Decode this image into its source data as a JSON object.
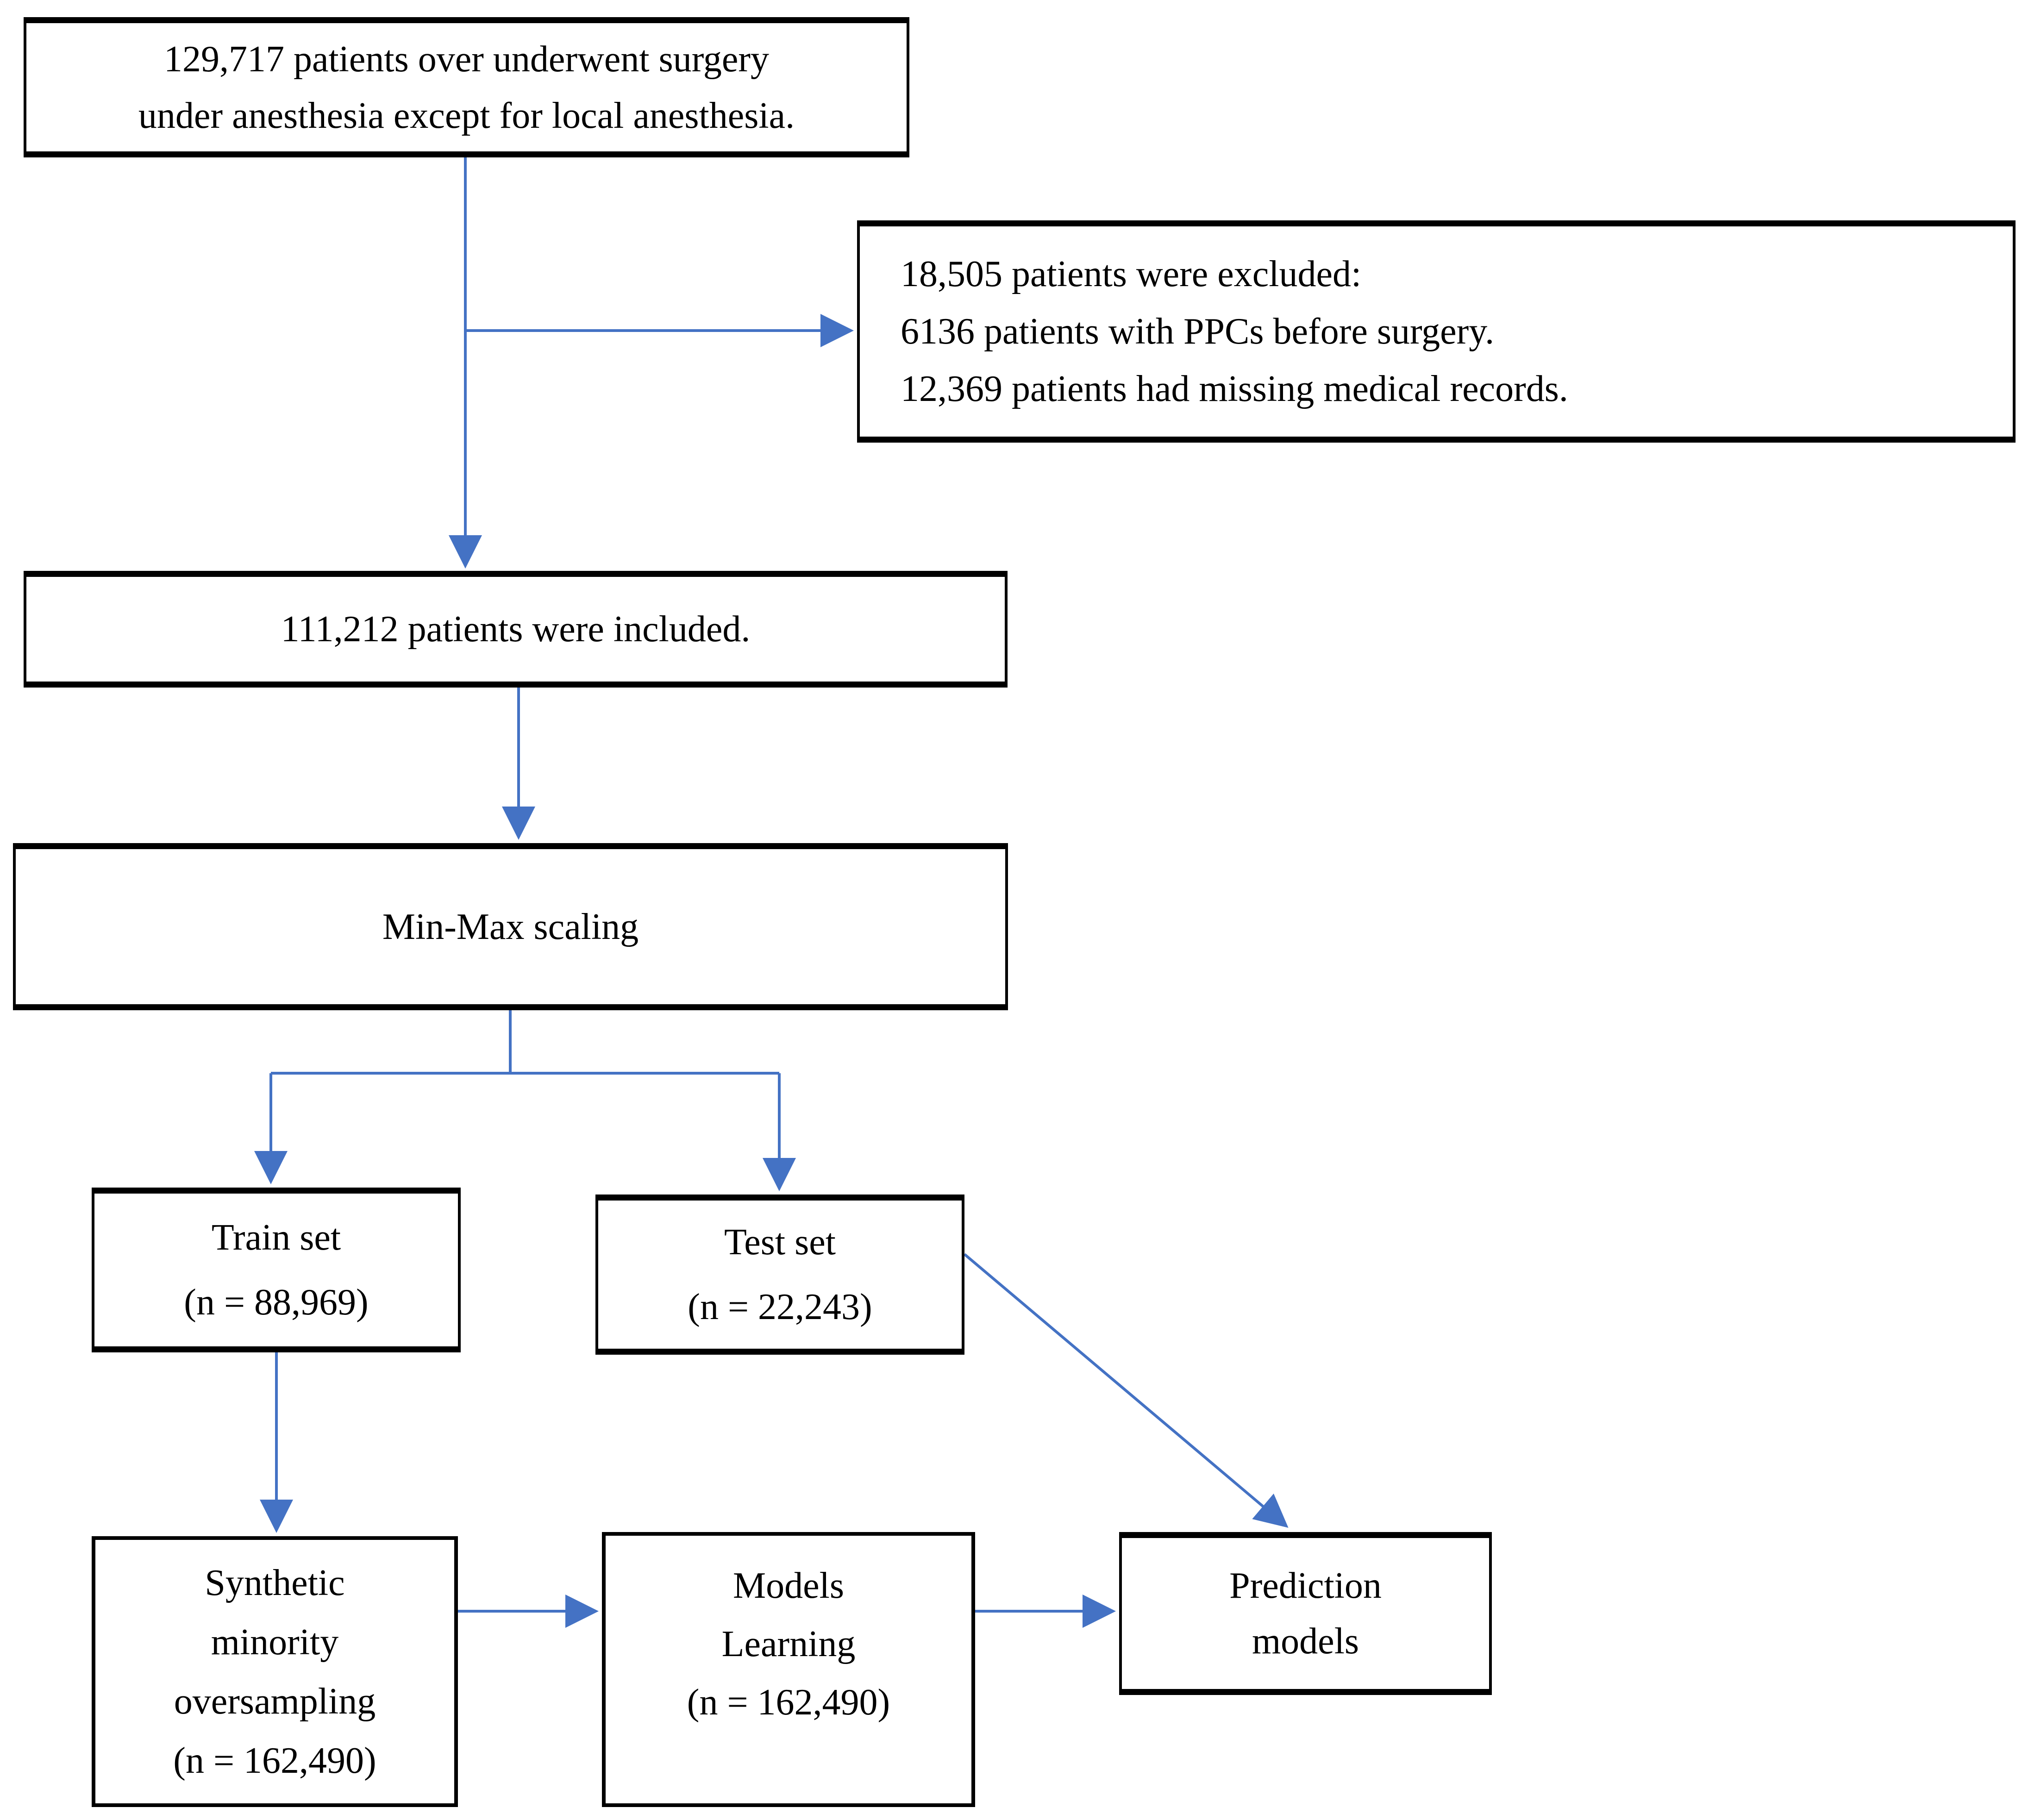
{
  "diagram": {
    "type": "flowchart",
    "nodes": {
      "initial": {
        "id": "initial-cohort",
        "lines": [
          "129,717 patients over underwent surgery",
          "under anesthesia except for local anesthesia."
        ]
      },
      "excluded": {
        "id": "excluded-patients",
        "lines": [
          "18,505 patients were excluded:",
          "6136 patients with PPCs before surgery.",
          "12,369 patients had missing medical records."
        ]
      },
      "included": {
        "id": "included-patients",
        "lines": [
          "111,212 patients were included."
        ]
      },
      "minmax": {
        "id": "min-max-scaling",
        "lines": [
          "Min-Max scaling"
        ]
      },
      "train": {
        "id": "train-set",
        "lines": [
          "Train set",
          "(n = 88,969)"
        ]
      },
      "test": {
        "id": "test-set",
        "lines": [
          "Test set",
          "(n = 22,243)"
        ]
      },
      "smote": {
        "id": "synthetic-minority-oversampling",
        "lines": [
          "Synthetic",
          "minority",
          "oversampling",
          "(n = 162,490)"
        ]
      },
      "models": {
        "id": "models-learning",
        "lines": [
          "Models",
          "Learning",
          "(n = 162,490)"
        ]
      },
      "prediction": {
        "id": "prediction-models",
        "lines": [
          "Prediction",
          "models"
        ]
      }
    },
    "edges": [
      {
        "from": "initial-cohort",
        "to": "included-patients"
      },
      {
        "from": "initial-cohort",
        "to": "excluded-patients"
      },
      {
        "from": "included-patients",
        "to": "min-max-scaling"
      },
      {
        "from": "min-max-scaling",
        "to": "train-set"
      },
      {
        "from": "min-max-scaling",
        "to": "test-set"
      },
      {
        "from": "train-set",
        "to": "synthetic-minority-oversampling"
      },
      {
        "from": "synthetic-minority-oversampling",
        "to": "models-learning"
      },
      {
        "from": "models-learning",
        "to": "prediction-models"
      },
      {
        "from": "test-set",
        "to": "prediction-models"
      }
    ],
    "colors": {
      "arrow": "#4472C4",
      "box_border": "#000000",
      "text": "#000000",
      "background": "#FFFFFF"
    }
  }
}
